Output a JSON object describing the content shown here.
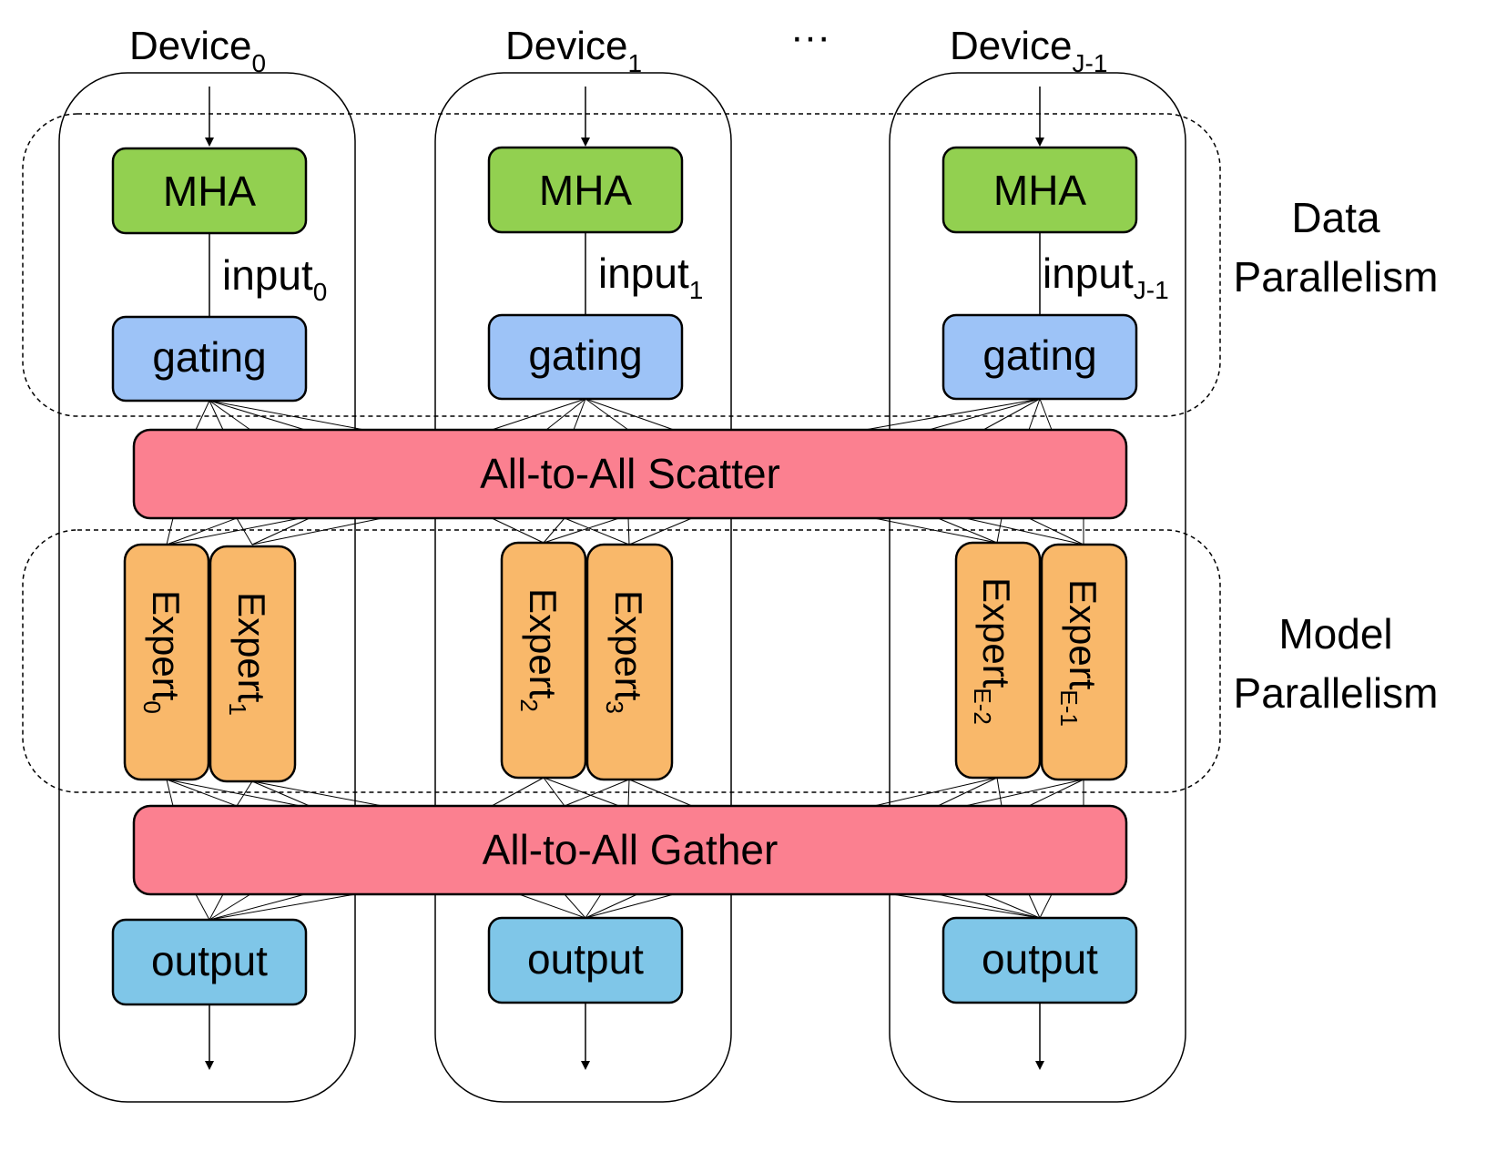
{
  "devices": [
    {
      "title": "Device",
      "sub": "0",
      "mha": "MHA",
      "input": "input",
      "input_sub": "0",
      "gating": "gating",
      "experts": [
        {
          "label": "Expert",
          "sub": "0"
        },
        {
          "label": "Expert",
          "sub": "1"
        }
      ],
      "output": "output"
    },
    {
      "title": "Device",
      "sub": "1",
      "mha": "MHA",
      "input": "input",
      "input_sub": "1",
      "gating": "gating",
      "experts": [
        {
          "label": "Expert",
          "sub": "2"
        },
        {
          "label": "Expert",
          "sub": "3"
        }
      ],
      "output": "output"
    },
    {
      "title": "Device",
      "sub": "J-1",
      "mha": "MHA",
      "input": "input",
      "input_sub": "J-1",
      "gating": "gating",
      "experts": [
        {
          "label": "Expert",
          "sub": "E-2"
        },
        {
          "label": "Expert",
          "sub": "E-1"
        }
      ],
      "output": "output"
    }
  ],
  "ellipsis": "···",
  "scatter_label": "All-to-All Scatter",
  "gather_label": "All-to-All Gather",
  "data_parallelism": {
    "line1": "Data",
    "line2": "Parallelism"
  },
  "model_parallelism": {
    "line1": "Model",
    "line2": "Parallelism"
  },
  "colors": {
    "mha": "#92d050",
    "gating": "#9dc3f7",
    "alltoall": "#fb8090",
    "expert": "#f9b86a",
    "output": "#7fc6e8"
  }
}
